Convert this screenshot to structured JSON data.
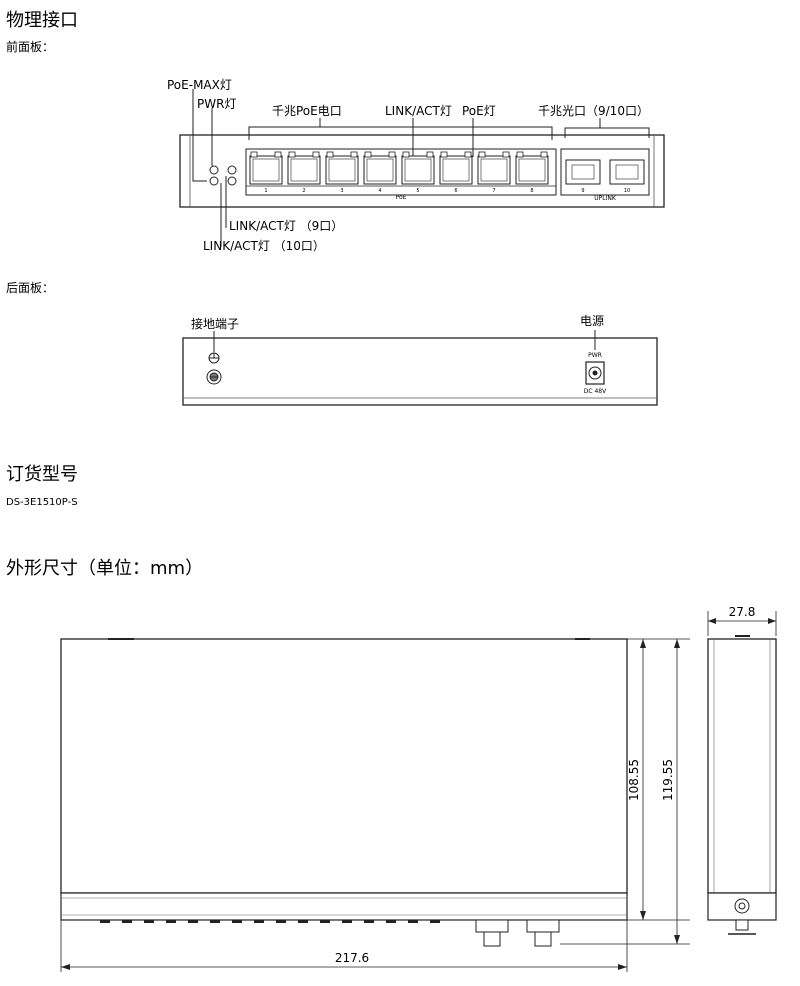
{
  "sections": {
    "physical_title": "物理接口",
    "front_panel_caption": "前面板：",
    "rear_panel_caption": "后面板：",
    "order_title": "订货型号",
    "model": "DS-3E1510P-S",
    "dimension_title": "外形尺寸（单位：mm）"
  },
  "front_panel": {
    "poe_max_led": "PoE-MAX灯",
    "pwr_led": "PWR灯",
    "gigabit_poe_ports": "千兆PoE电口",
    "link_act_led": "LINK/ACT灯",
    "poe_led": "PoE灯",
    "gigabit_optical_ports": "千兆光口（9/10口）",
    "link_act_led_9": "LINK/ACT灯 （9口）",
    "link_act_led_10": "LINK/ACT灯 （10口）",
    "port_numbers": [
      "1",
      "2",
      "3",
      "4",
      "5",
      "6",
      "7",
      "8"
    ],
    "sfp_numbers": [
      "9",
      "10"
    ],
    "poe_group_label": "PoE",
    "uplink_group_label": "UPLINK"
  },
  "rear_panel": {
    "ground_terminal": "接地端子",
    "power": "电源",
    "pwr_label": "PWR",
    "dc_label": "DC 48V"
  },
  "dimensions": {
    "width": "217.6",
    "depth_body": "108.55",
    "depth_total": "119.55",
    "height": "27.8"
  }
}
